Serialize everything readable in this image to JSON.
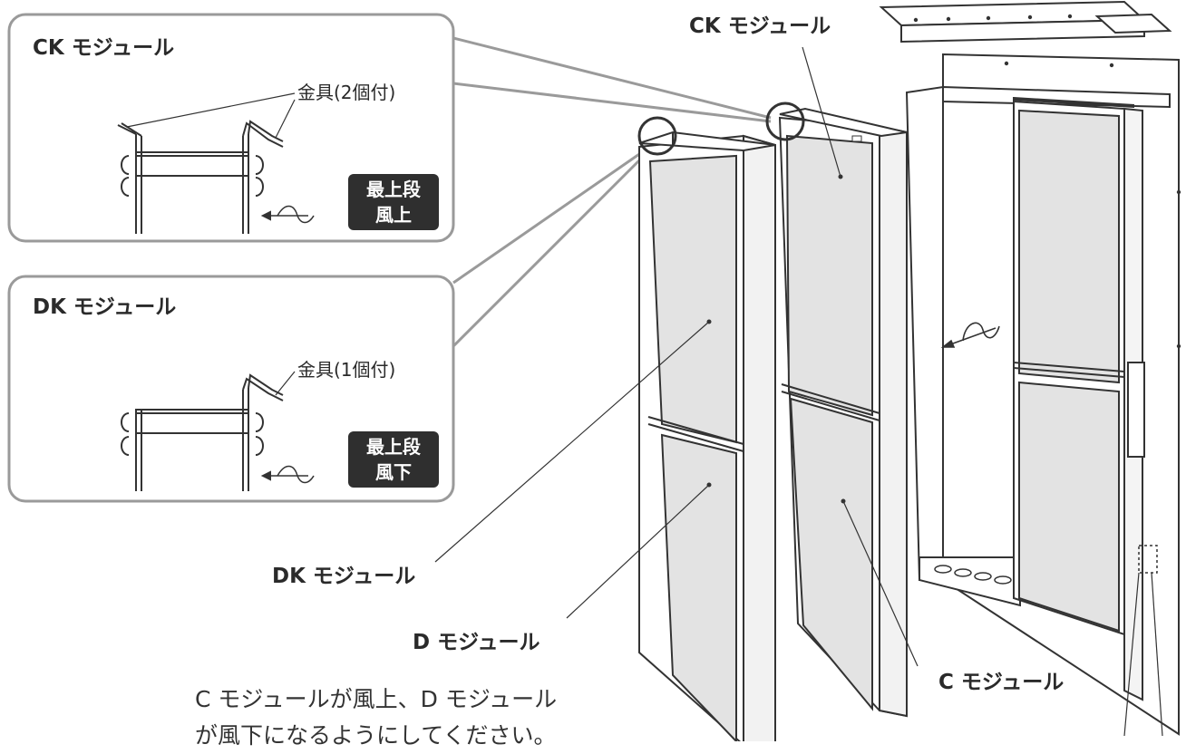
{
  "callouts": {
    "ck": {
      "title": "CK モジュール",
      "fitting": "金具(2個付)",
      "badge_line1": "最上段",
      "badge_line2": "風上"
    },
    "dk": {
      "title": "DK モジュール",
      "fitting": "金具(1個付)",
      "badge_line1": "最上段",
      "badge_line2": "風下"
    }
  },
  "labels": {
    "ck_module": "CK モジュール",
    "dk_module": "DK モジュール",
    "d_module": "D モジュール",
    "c_module": "C モジュール"
  },
  "note": {
    "line1": "C モジュールが風上、D モジュール",
    "line2": "が風下になるようにしてください。"
  },
  "colors": {
    "panel_fill": "#e3e3e3",
    "frame_line": "#333333",
    "callout_border": "#9a9a9a",
    "badge_bg": "#2f2f2f"
  }
}
